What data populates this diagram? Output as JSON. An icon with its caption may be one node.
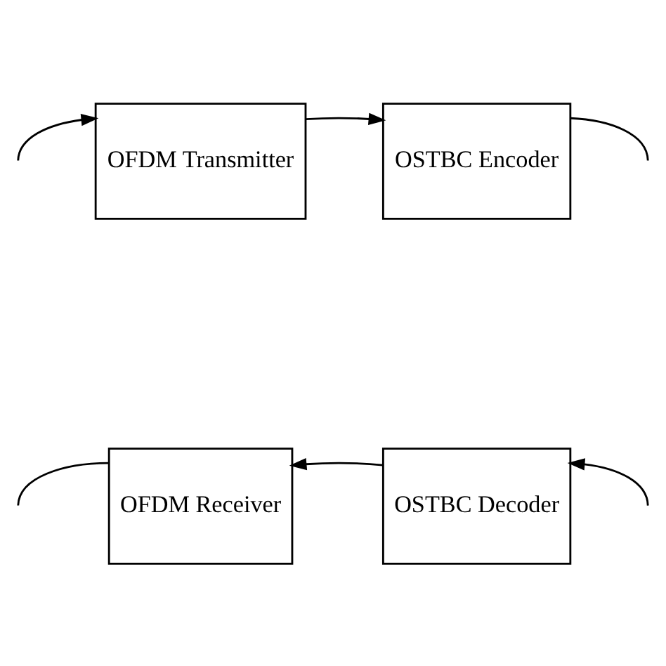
{
  "diagram": {
    "nodes": [
      {
        "text": [
          "OFDM Transmitter"
        ]
      },
      {
        "text": [
          "OSTBC Encoder"
        ]
      },
      {
        "text": [
          "OFDM Receiver"
        ]
      },
      {
        "text": [
          "OSTBC Decoder"
        ]
      }
    ],
    "edges": [
      {
        "from": null,
        "to": 0,
        "arrow": "to"
      },
      {
        "from": 0,
        "to": 1,
        "arrow": "to"
      },
      {
        "from": 1,
        "to": null,
        "arrow": "none"
      },
      {
        "from": null,
        "to": 3,
        "arrow": "to"
      },
      {
        "from": 3,
        "to": 2,
        "arrow": "to"
      },
      {
        "from": 2,
        "to": null,
        "arrow": "none"
      }
    ]
  }
}
